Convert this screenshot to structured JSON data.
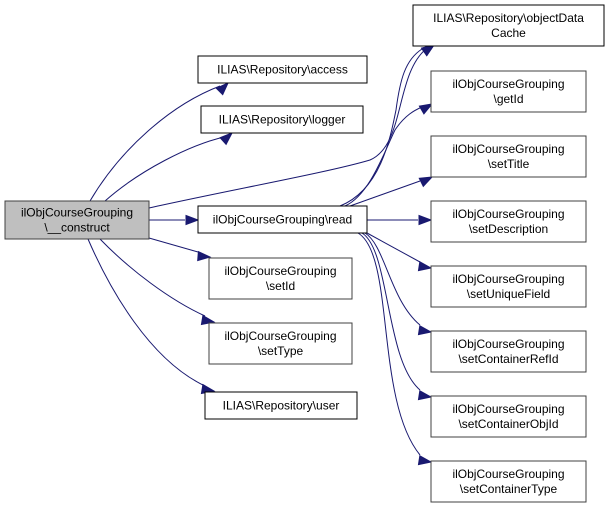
{
  "diagram": {
    "type": "call-graph",
    "edge_color": "#191970",
    "root_fill": "#bfbfbf",
    "nodes": [
      {
        "id": "construct",
        "lines": [
          "ilObjCourseGrouping",
          "\\__construct"
        ],
        "root": true
      },
      {
        "id": "access",
        "lines": [
          "ILIAS\\Repository\\access"
        ]
      },
      {
        "id": "logger",
        "lines": [
          "ILIAS\\Repository\\logger"
        ]
      },
      {
        "id": "read",
        "lines": [
          "ilObjCourseGrouping\\read"
        ]
      },
      {
        "id": "setId",
        "lines": [
          "ilObjCourseGrouping",
          "\\setId"
        ]
      },
      {
        "id": "setType",
        "lines": [
          "ilObjCourseGrouping",
          "\\setType"
        ]
      },
      {
        "id": "user",
        "lines": [
          "ILIAS\\Repository\\user"
        ]
      },
      {
        "id": "objectDataCache",
        "lines": [
          "ILIAS\\Repository\\objectData",
          "Cache"
        ]
      },
      {
        "id": "getId",
        "lines": [
          "ilObjCourseGrouping",
          "\\getId"
        ]
      },
      {
        "id": "setTitle",
        "lines": [
          "ilObjCourseGrouping",
          "\\setTitle"
        ]
      },
      {
        "id": "setDescription",
        "lines": [
          "ilObjCourseGrouping",
          "\\setDescription"
        ]
      },
      {
        "id": "setUniqueField",
        "lines": [
          "ilObjCourseGrouping",
          "\\setUniqueField"
        ]
      },
      {
        "id": "setContainerRefId",
        "lines": [
          "ilObjCourseGrouping",
          "\\setContainerRefId"
        ]
      },
      {
        "id": "setContainerObjId",
        "lines": [
          "ilObjCourseGrouping",
          "\\setContainerObjId"
        ]
      },
      {
        "id": "setContainerType",
        "lines": [
          "ilObjCourseGrouping",
          "\\setContainerType"
        ]
      }
    ],
    "edges": [
      {
        "from": "construct",
        "to": "access"
      },
      {
        "from": "construct",
        "to": "logger"
      },
      {
        "from": "construct",
        "to": "objectDataCache"
      },
      {
        "from": "construct",
        "to": "read"
      },
      {
        "from": "construct",
        "to": "setId"
      },
      {
        "from": "construct",
        "to": "setType"
      },
      {
        "from": "construct",
        "to": "user"
      },
      {
        "from": "read",
        "to": "objectDataCache"
      },
      {
        "from": "read",
        "to": "getId"
      },
      {
        "from": "read",
        "to": "setTitle"
      },
      {
        "from": "read",
        "to": "setDescription"
      },
      {
        "from": "read",
        "to": "setUniqueField"
      },
      {
        "from": "read",
        "to": "setContainerRefId"
      },
      {
        "from": "read",
        "to": "setContainerObjId"
      },
      {
        "from": "read",
        "to": "setContainerType"
      }
    ]
  }
}
